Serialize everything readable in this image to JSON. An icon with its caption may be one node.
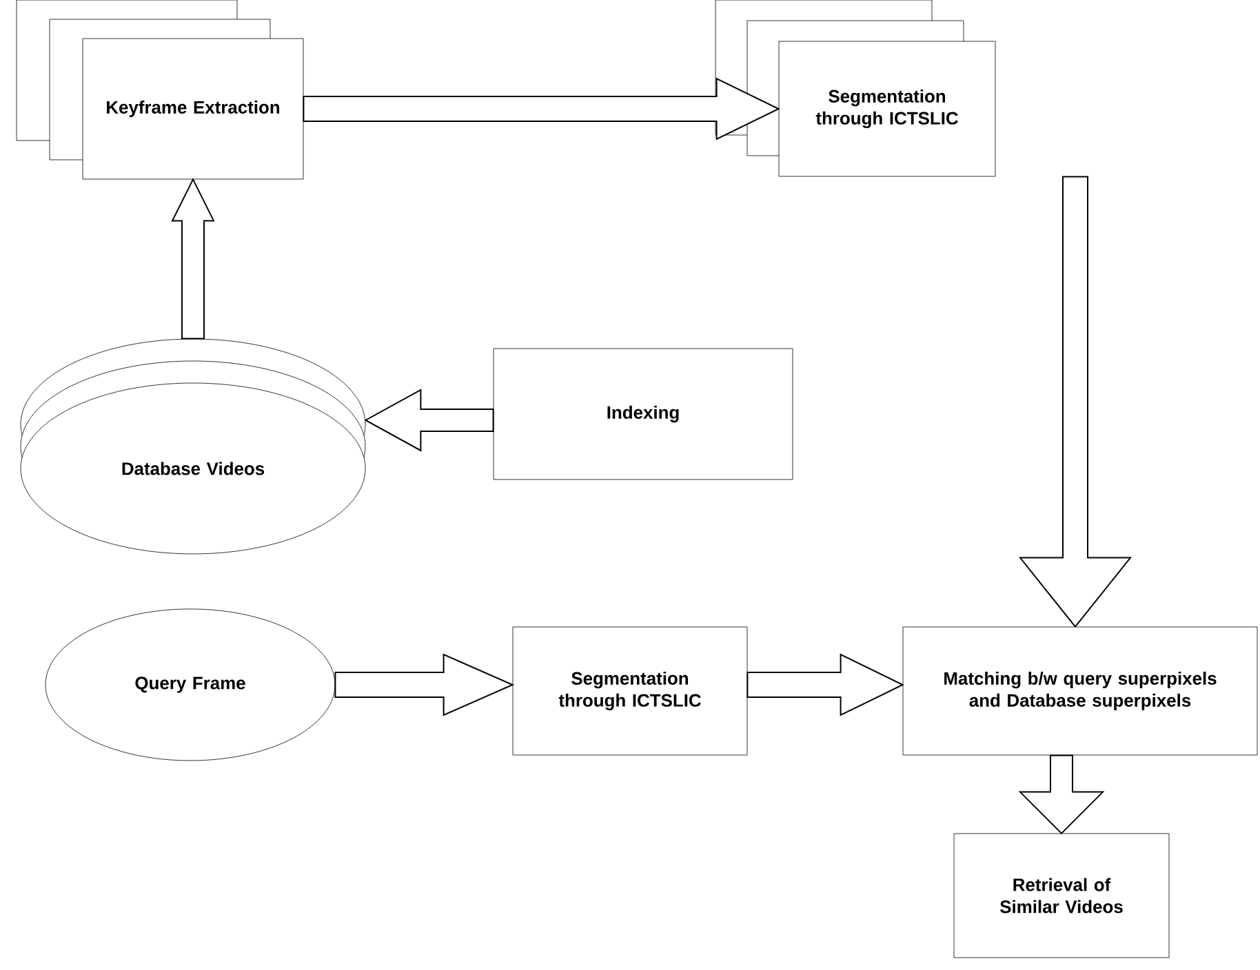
{
  "diagram": {
    "nodes": [
      {
        "text": [
          "Keyframe Extraction"
        ]
      },
      {
        "text": [
          "Segmentation through ICTSLIC"
        ]
      },
      {
        "text": [
          "Database Videos"
        ]
      },
      {
        "text": [
          "Indexing"
        ]
      },
      {
        "text": [
          "Query Frame"
        ]
      },
      {
        "text": [
          "Segmentation through ICTSLIC"
        ]
      },
      {
        "text": [
          "Matching b/w query superpixels and Database superpixels"
        ]
      },
      {
        "text": [
          "Retrieval of Similar Videos"
        ]
      }
    ],
    "edges": [
      {
        "from": 2,
        "to": 0,
        "arrow": "to"
      },
      {
        "from": 0,
        "to": 1,
        "arrow": "to"
      },
      {
        "from": 3,
        "to": 2,
        "arrow": "to"
      },
      {
        "from": 1,
        "to": 6,
        "arrow": "to"
      },
      {
        "from": 4,
        "to": 5,
        "arrow": "to"
      },
      {
        "from": 5,
        "to": 6,
        "arrow": "to"
      },
      {
        "from": 6,
        "to": 7,
        "arrow": "to"
      }
    ]
  }
}
